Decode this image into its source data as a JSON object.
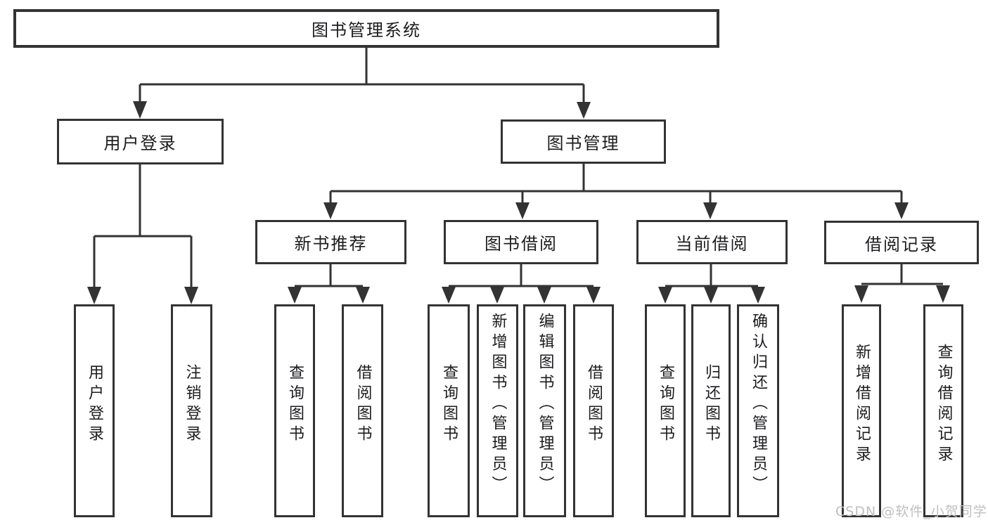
{
  "diagram_title": "图书管理系统",
  "colors": {
    "line": "#333333",
    "text": "#1c1c20",
    "background": "#ffffff",
    "watermark": "#bfbfc3"
  },
  "nodes": {
    "root": {
      "label": "图书管理系统"
    },
    "user_login": {
      "label": "用户登录"
    },
    "book_mgmt": {
      "label": "图书管理"
    },
    "new_book_rec": {
      "label": "新书推荐"
    },
    "book_borrow": {
      "label": "图书借阅"
    },
    "current_borrow": {
      "label": "当前借阅"
    },
    "borrow_record": {
      "label": "借阅记录"
    },
    "leaf_login": {
      "label": "用户登录"
    },
    "leaf_logout": {
      "label": "注销登录"
    },
    "leaf_rec_query": {
      "label": "查询图书"
    },
    "leaf_rec_borrow": {
      "label": "借阅图书"
    },
    "leaf_bor_query": {
      "label": "查询图书"
    },
    "leaf_bor_add": {
      "label": "新增图书（管理员）"
    },
    "leaf_bor_edit": {
      "label": "编辑图书（管理员）"
    },
    "leaf_bor_borrow": {
      "label": "借阅图书"
    },
    "leaf_cur_query": {
      "label": "查询图书"
    },
    "leaf_cur_return": {
      "label": "归还图书"
    },
    "leaf_cur_confirm": {
      "label": "确认归还（管理员）"
    },
    "leaf_rc_add": {
      "label": "新增借阅记录"
    },
    "leaf_rc_query": {
      "label": "查询借阅记录"
    }
  },
  "watermark": "CSDN @软件_小贺同学"
}
